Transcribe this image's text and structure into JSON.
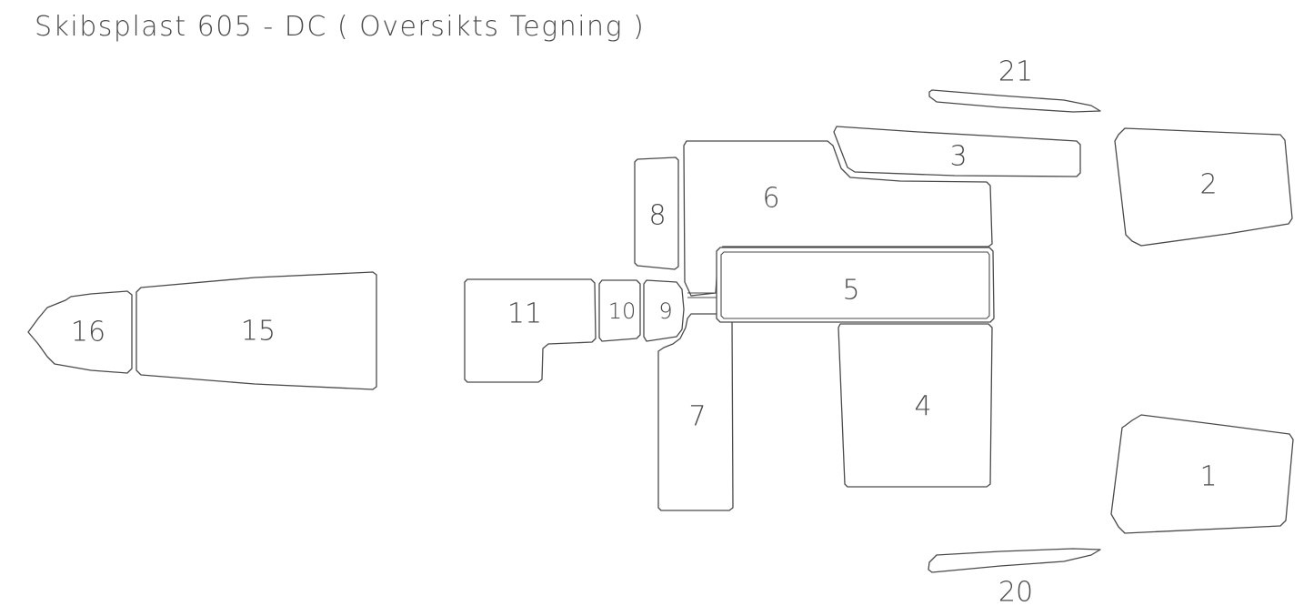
{
  "title": "Skibsplast 605 - DC ( Oversikts Tegning )",
  "colors": {
    "line": "#4a4a4a",
    "background": "#ffffff"
  },
  "parts": [
    {
      "id": "16",
      "label": "16"
    },
    {
      "id": "15",
      "label": "15"
    },
    {
      "id": "11",
      "label": "11"
    },
    {
      "id": "10",
      "label": "10"
    },
    {
      "id": "9",
      "label": "9"
    },
    {
      "id": "8",
      "label": "8"
    },
    {
      "id": "7",
      "label": "7"
    },
    {
      "id": "6",
      "label": "6"
    },
    {
      "id": "5",
      "label": "5"
    },
    {
      "id": "4",
      "label": "4"
    },
    {
      "id": "3",
      "label": "3"
    },
    {
      "id": "2",
      "label": "2"
    },
    {
      "id": "1",
      "label": "1"
    },
    {
      "id": "21",
      "label": "21"
    },
    {
      "id": "20",
      "label": "20"
    }
  ]
}
